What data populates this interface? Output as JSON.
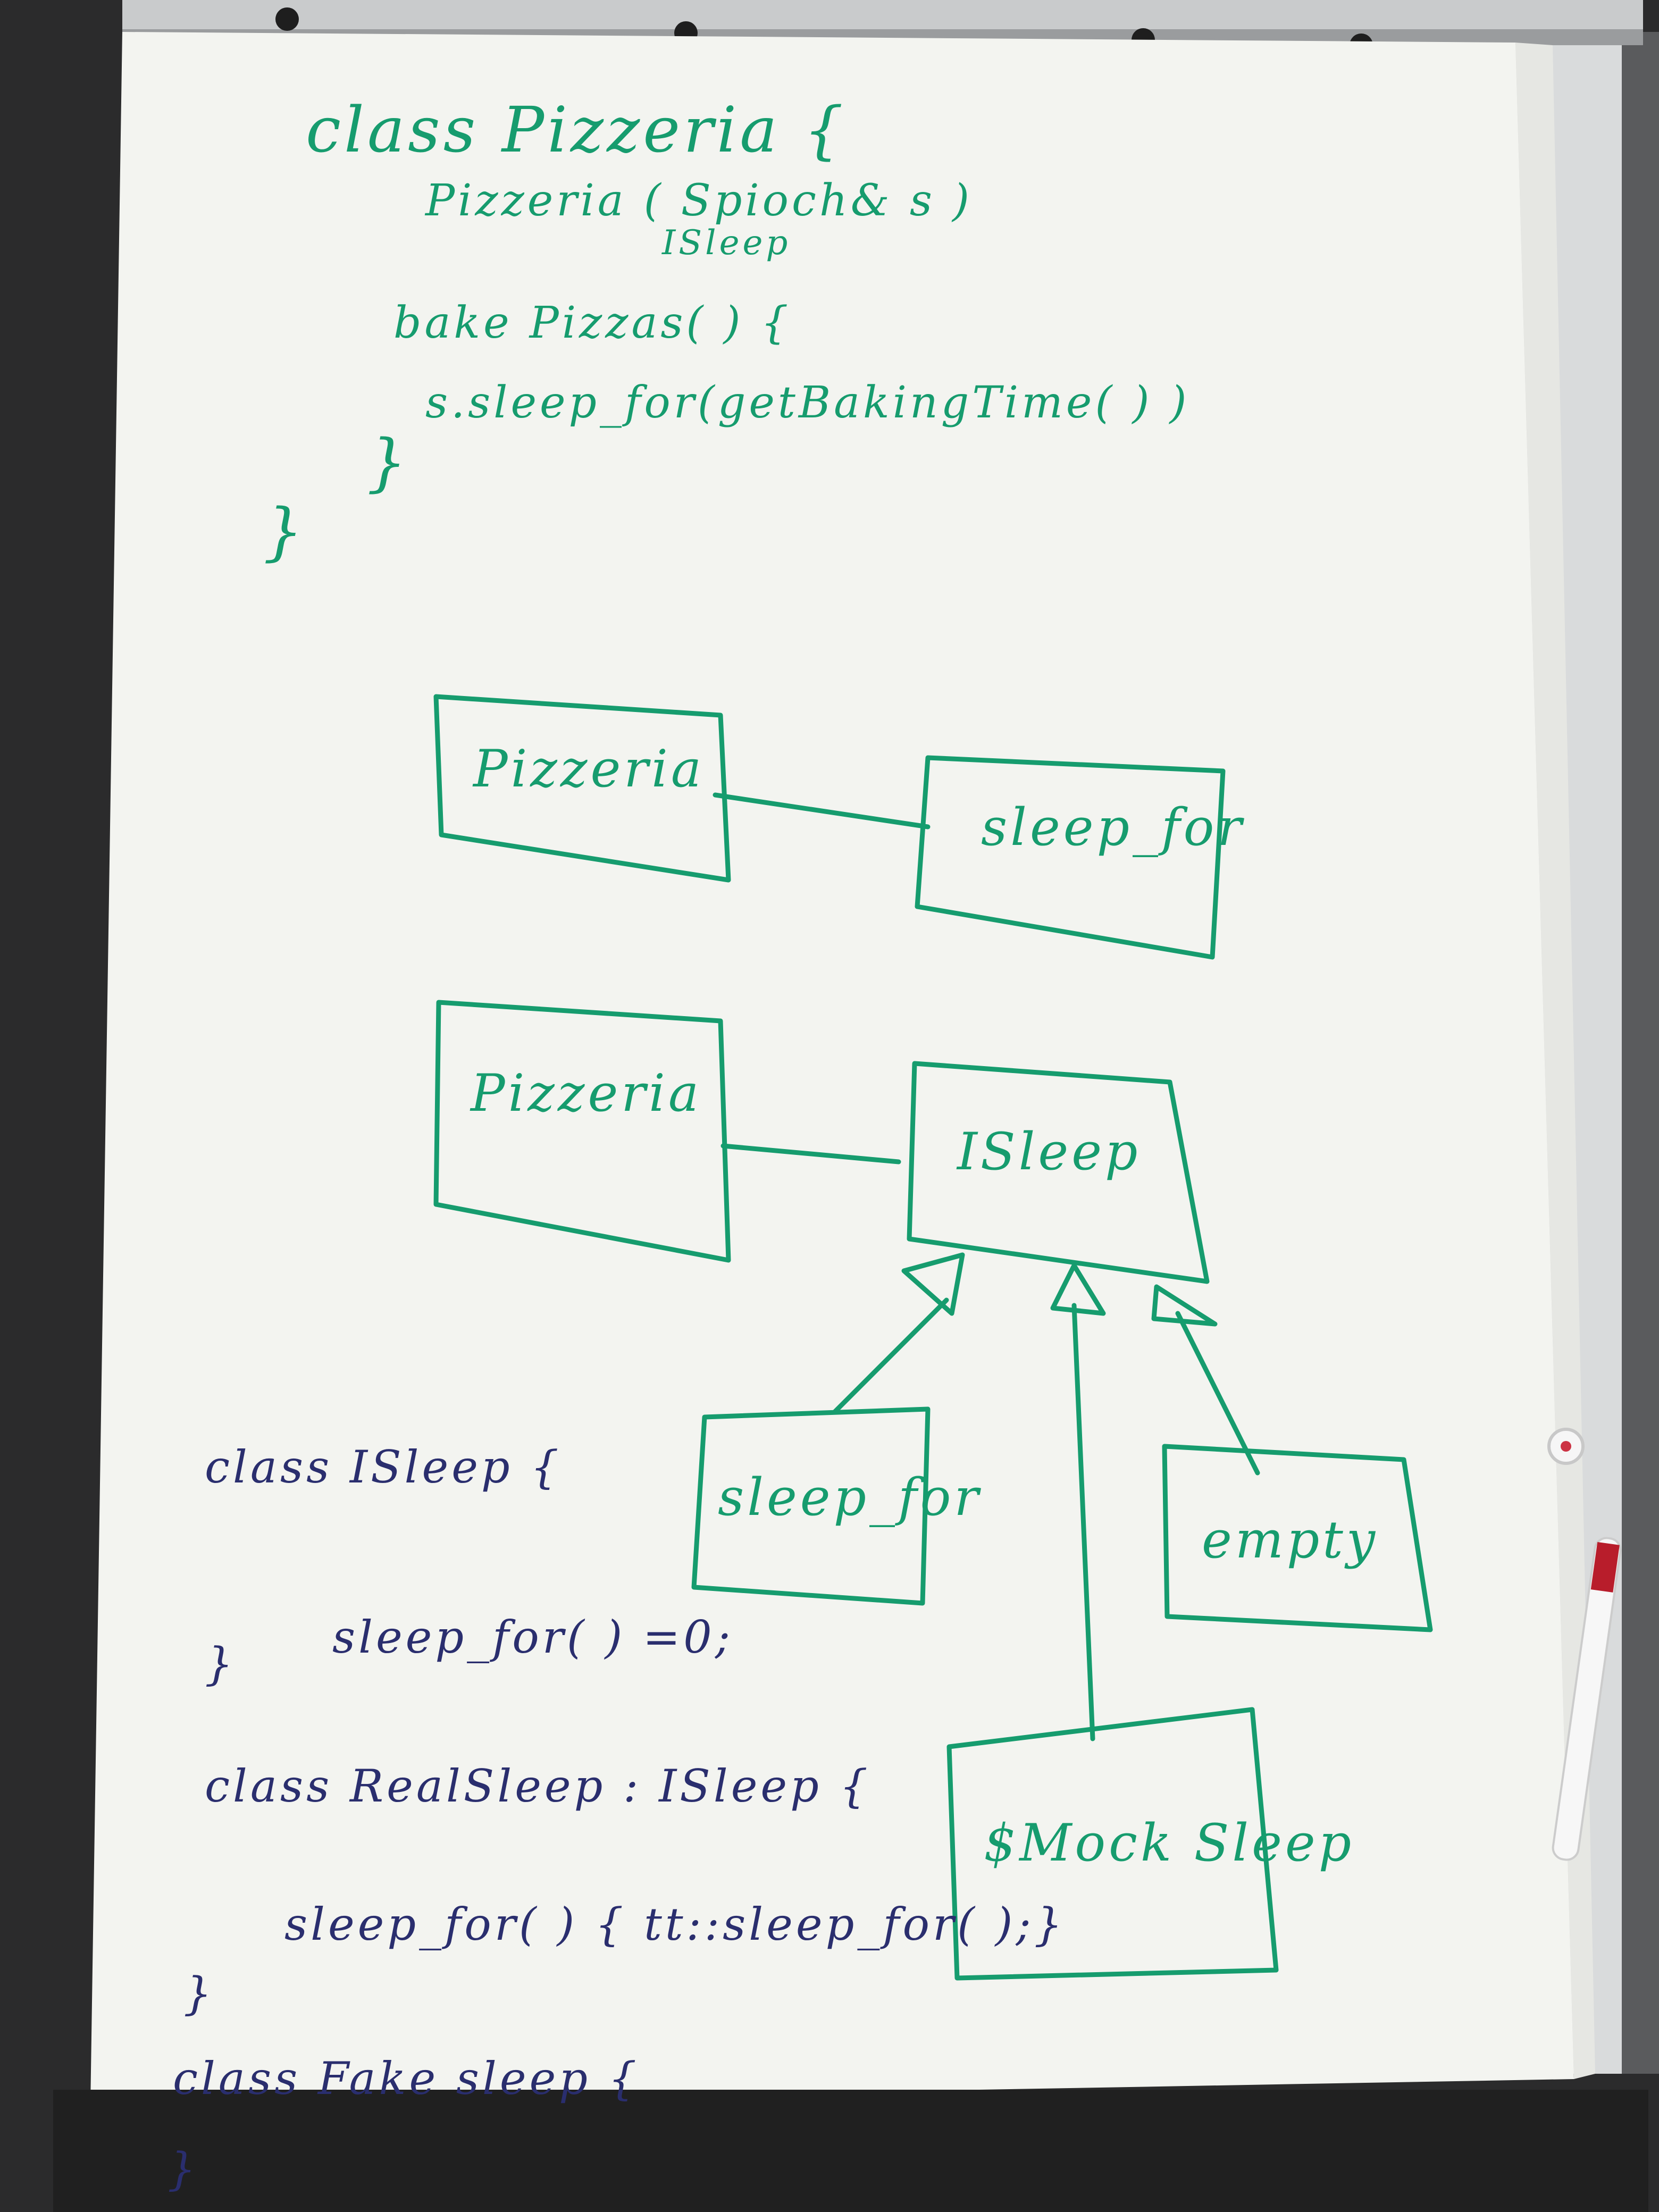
{
  "flipchart": {
    "top_code": {
      "line1": "class   Pizzeria       {",
      "line2": "Pizzeria ( Spioch& s )",
      "line3": "ISleep",
      "line4": "bake Pizzas( )          {",
      "line5": "s.sleep_for(getBakingTime( ) )",
      "line6": "}",
      "line7": "}"
    },
    "diagram1": {
      "box_a": "Pizzeria",
      "box_b": "sleep_for"
    },
    "diagram2": {
      "box_a": "Pizzeria",
      "box_interface": "ISleep",
      "box_c": "sleep_for",
      "box_d": "empty",
      "box_e": "$Mock Sleep"
    },
    "bottom_code": {
      "line1": "class   ISleep  {",
      "line2": "sleep_for( ) =0;",
      "line3": "}",
      "line4": "class  RealSleep  : ISleep {",
      "line5": "sleep_for( )   {   tt::sleep_for( );}",
      "line6": "}",
      "line7": "class  Fake  sleep  {",
      "line8": "}"
    }
  },
  "colors": {
    "marker_green": "#169c6e",
    "marker_blue": "#2a2e6e",
    "paper": "#f4f5f1",
    "background": "#2b2b2c"
  }
}
